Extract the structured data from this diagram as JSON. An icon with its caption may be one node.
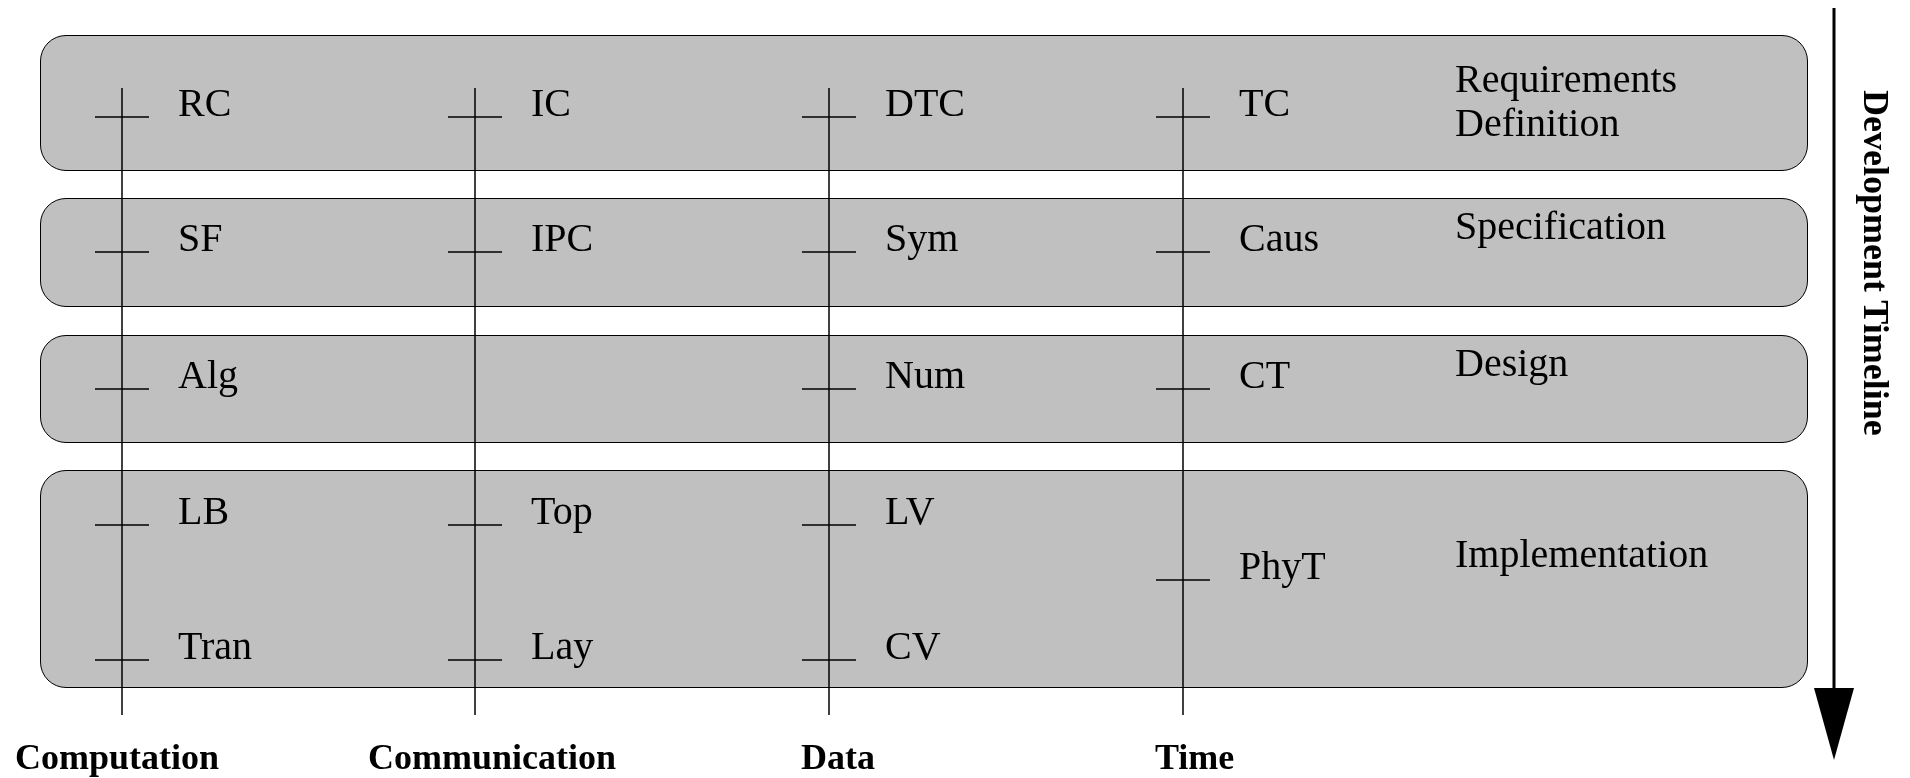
{
  "diagram": {
    "nodes": [
      {
        "text": [
          "Requirements Definition"
        ]
      },
      {
        "text": [
          "RC"
        ],
        "in": 0
      },
      {
        "text": [
          "IC"
        ],
        "in": 0
      },
      {
        "text": [
          "DTC"
        ],
        "in": 0
      },
      {
        "text": [
          "TC"
        ],
        "in": 0
      },
      {
        "text": [
          "Specification"
        ]
      },
      {
        "text": [
          "SF"
        ],
        "in": 5
      },
      {
        "text": [
          "IPC"
        ],
        "in": 5
      },
      {
        "text": [
          "Sym"
        ],
        "in": 5
      },
      {
        "text": [
          "Caus"
        ],
        "in": 5
      },
      {
        "text": [
          "Design"
        ]
      },
      {
        "text": [
          "Alg"
        ],
        "in": 10
      },
      {
        "text": [
          "Num"
        ],
        "in": 10
      },
      {
        "text": [
          "CT"
        ],
        "in": 10
      },
      {
        "text": [
          "Implementation"
        ]
      },
      {
        "text": [
          "LB"
        ],
        "in": 14
      },
      {
        "text": [
          "Top"
        ],
        "in": 14
      },
      {
        "text": [
          "LV"
        ],
        "in": 14
      },
      {
        "text": [
          "PhyT"
        ],
        "in": 14
      },
      {
        "text": [
          "Tran"
        ],
        "in": 14
      },
      {
        "text": [
          "Lay"
        ],
        "in": 14
      },
      {
        "text": [
          "CV"
        ],
        "in": 14
      }
    ],
    "edges": [],
    "labels": [
      "Computation",
      "Communication",
      "Data",
      "Time",
      "Development Timeline"
    ]
  }
}
